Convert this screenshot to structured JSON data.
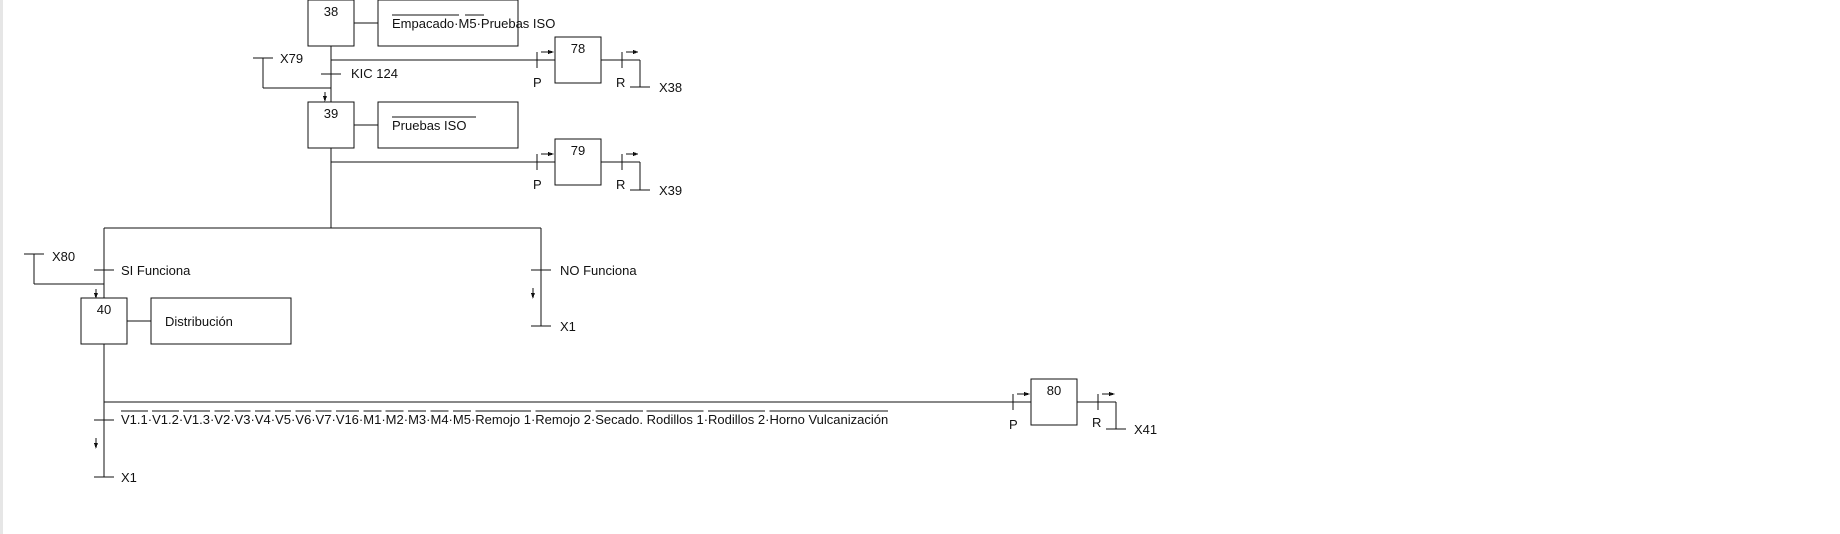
{
  "steps": {
    "s38": "38",
    "s39": "39",
    "s40": "40",
    "s78": "78",
    "s79": "79",
    "s80": "80"
  },
  "actions": {
    "a38_part1": "Empacado",
    "a38_part2": "·",
    "a38_part3": "M5",
    "a38_part4": "·Pruebas ISO",
    "a39": "Pruebas ISO",
    "a40": "Distribución"
  },
  "transitions": {
    "kic124": "KIC 124",
    "si_funciona": "SI Funciona",
    "no_funciona": "NO Funciona"
  },
  "final_condition": [
    {
      "text": "V1.1",
      "bar": true
    },
    {
      "text": "·",
      "bar": false
    },
    {
      "text": "V1.2",
      "bar": true
    },
    {
      "text": "·",
      "bar": false
    },
    {
      "text": "V1.3",
      "bar": true
    },
    {
      "text": "·",
      "bar": false
    },
    {
      "text": "V2",
      "bar": true
    },
    {
      "text": "·",
      "bar": false
    },
    {
      "text": "V3",
      "bar": true
    },
    {
      "text": "·",
      "bar": false
    },
    {
      "text": "V4",
      "bar": true
    },
    {
      "text": "·",
      "bar": false
    },
    {
      "text": "V5",
      "bar": true
    },
    {
      "text": "·",
      "bar": false
    },
    {
      "text": "V6",
      "bar": true
    },
    {
      "text": "·",
      "bar": false
    },
    {
      "text": "V7",
      "bar": true
    },
    {
      "text": "·",
      "bar": false
    },
    {
      "text": "V16",
      "bar": true
    },
    {
      "text": "·",
      "bar": false
    },
    {
      "text": "M1",
      "bar": true
    },
    {
      "text": "·",
      "bar": false
    },
    {
      "text": "M2",
      "bar": true
    },
    {
      "text": "·",
      "bar": false
    },
    {
      "text": "M3",
      "bar": true
    },
    {
      "text": "·",
      "bar": false
    },
    {
      "text": "M4",
      "bar": true
    },
    {
      "text": "·",
      "bar": false
    },
    {
      "text": "M5",
      "bar": true
    },
    {
      "text": "·",
      "bar": false
    },
    {
      "text": "Remojo 1",
      "bar": true
    },
    {
      "text": "·",
      "bar": false
    },
    {
      "text": "Remojo 2",
      "bar": true
    },
    {
      "text": "·",
      "bar": false
    },
    {
      "text": "Secado.",
      "bar": true
    },
    {
      "text": " ",
      "bar": false
    },
    {
      "text": "Rodillos 1",
      "bar": true
    },
    {
      "text": "·",
      "bar": false
    },
    {
      "text": "Rodillos 2",
      "bar": true
    },
    {
      "text": "·",
      "bar": false
    },
    {
      "text": "Horno Vulcanización",
      "bar": true
    }
  ],
  "labels": {
    "x79": "X79",
    "x80": "X80",
    "x38": "X38",
    "x39": "X39",
    "x41": "X41",
    "x1_a": "X1",
    "x1_b": "X1",
    "p": "P",
    "r": "R"
  }
}
